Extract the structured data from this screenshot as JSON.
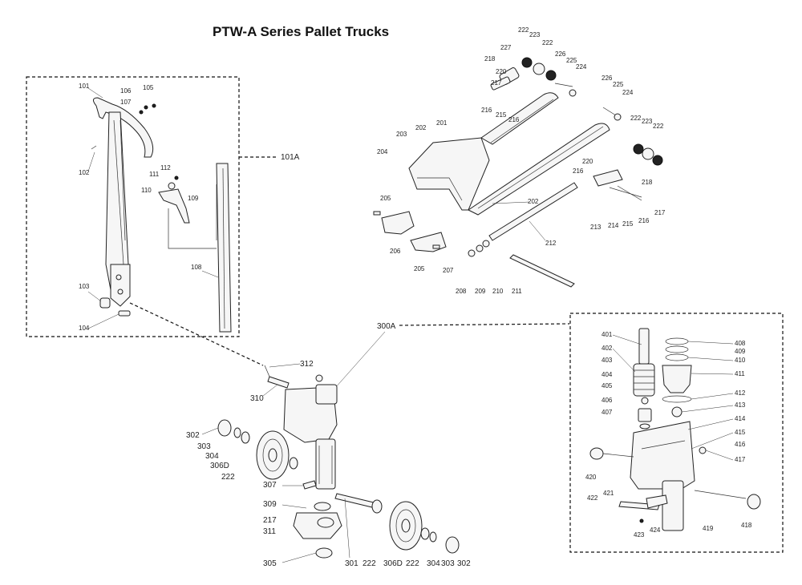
{
  "title": "PTW-A Series Pallet Trucks",
  "groups": {
    "handle": "101A",
    "pump": "300A"
  },
  "labels": {
    "handle": [
      "101",
      "106",
      "105",
      "107",
      "102",
      "111",
      "112",
      "110",
      "109",
      "108",
      "103",
      "104"
    ],
    "fork": [
      "222",
      "223",
      "222",
      "227",
      "226",
      "225",
      "224",
      "218",
      "220",
      "217",
      "216",
      "215",
      "216",
      "226",
      "225",
      "224",
      "222",
      "223",
      "222",
      "203",
      "202",
      "201",
      "204",
      "220",
      "216",
      "218",
      "205",
      "202",
      "217",
      "214",
      "213",
      "215",
      "216",
      "206",
      "212",
      "205",
      "207",
      "208",
      "209",
      "210",
      "211"
    ],
    "pump_left": [
      "312",
      "310",
      "302",
      "303",
      "304",
      "306D",
      "222",
      "307",
      "309",
      "217",
      "311",
      "305",
      "301",
      "222",
      "306D",
      "222",
      "304",
      "303",
      "302"
    ],
    "pump_detail": [
      "401",
      "402",
      "403",
      "404",
      "405",
      "406",
      "407",
      "408",
      "409",
      "410",
      "411",
      "412",
      "413",
      "414",
      "415",
      "416",
      "417",
      "420",
      "421",
      "422",
      "423",
      "424",
      "419",
      "418"
    ]
  }
}
